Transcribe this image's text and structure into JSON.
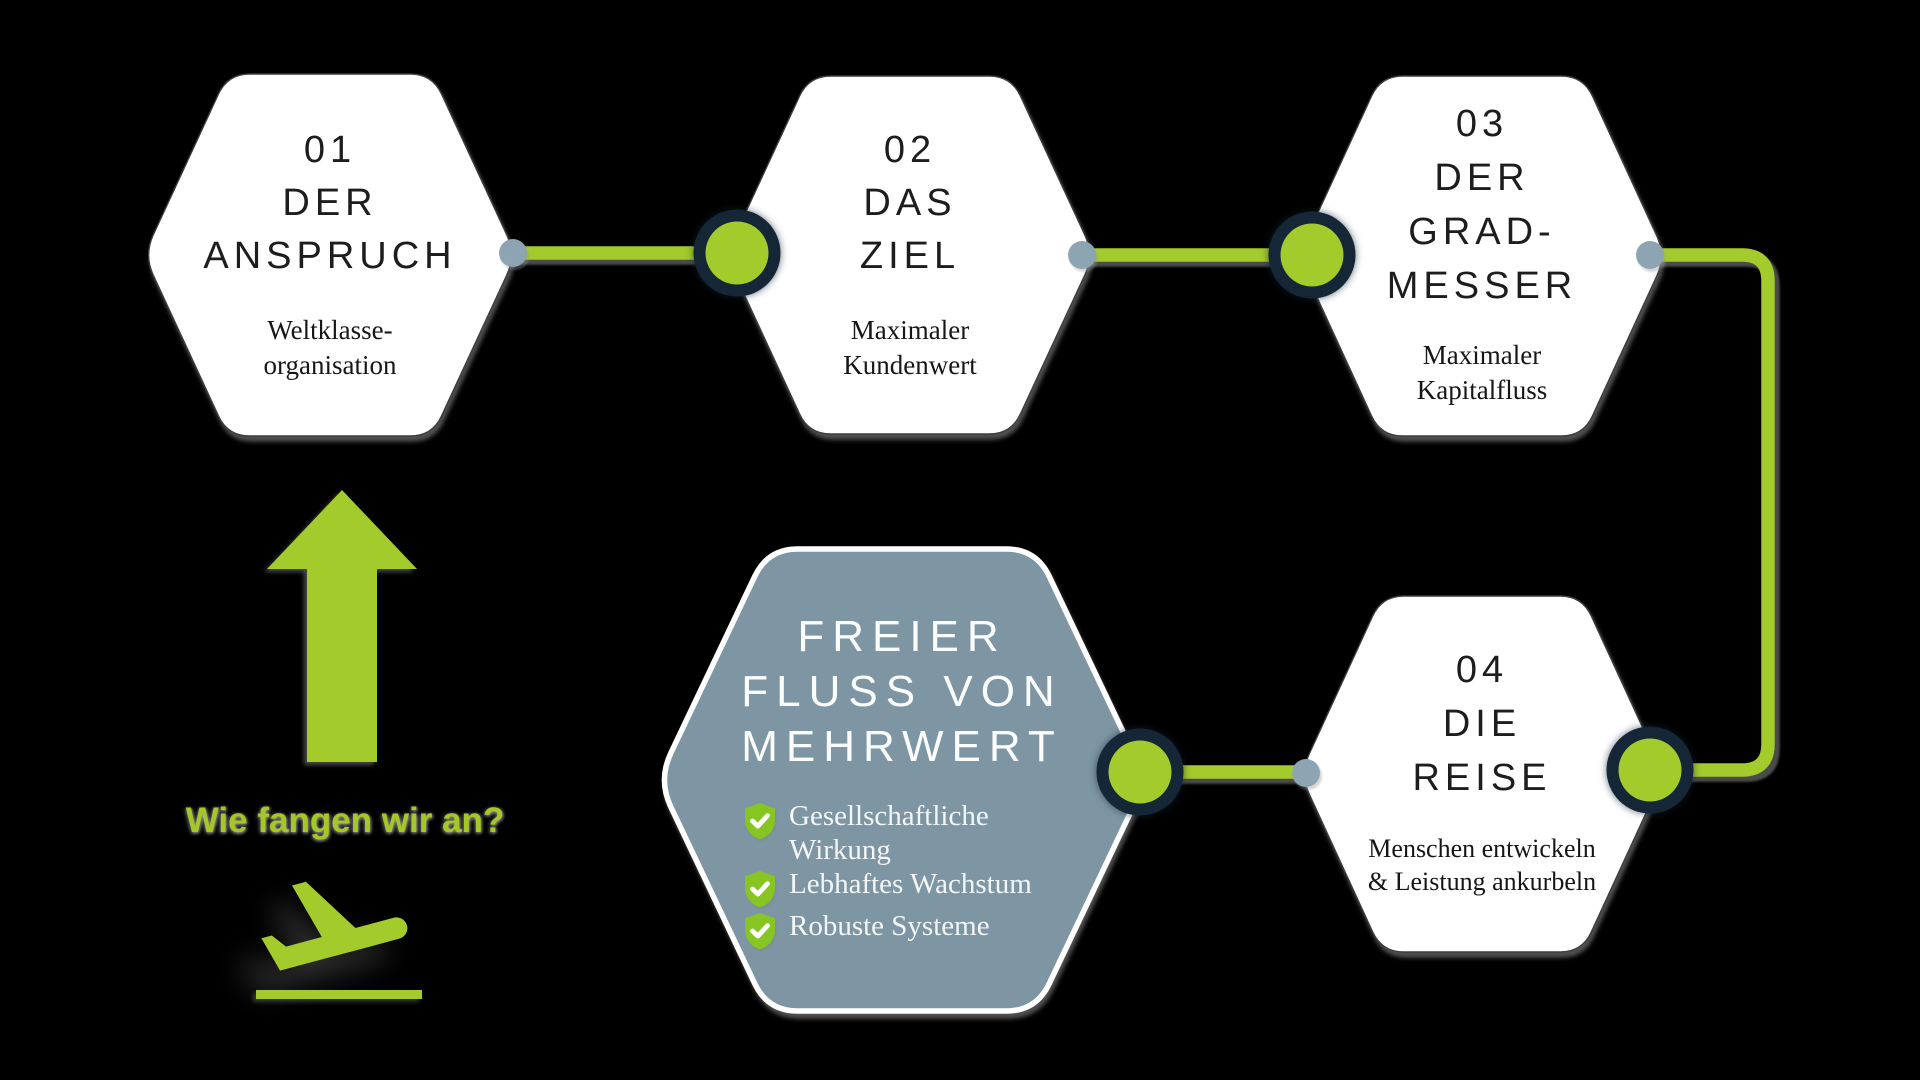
{
  "colors": {
    "background": "#000000",
    "accent_green": "#a3cb2c",
    "shield_green": "#86c522",
    "ring_navy": "#152636",
    "dot_slate": "#8da4b2",
    "value_hex_gray": "#7e96a4",
    "hex_white": "#ffffff",
    "title_text": "#1d1d1d",
    "light_text": "#f3f6f7"
  },
  "steps": [
    {
      "number": "01",
      "title_lines": [
        "DER",
        "ANSPRUCH"
      ],
      "subtitle_lines": [
        "Weltklasse-",
        "organisation"
      ]
    },
    {
      "number": "02",
      "title_lines": [
        "DAS",
        "ZIEL"
      ],
      "subtitle_lines": [
        "Maximaler",
        "Kundenwert"
      ]
    },
    {
      "number": "03",
      "title_lines": [
        "DER",
        "GRAD-",
        "MESSER"
      ],
      "subtitle_lines": [
        "Maximaler",
        "Kapitalfluss"
      ]
    },
    {
      "number": "04",
      "title_lines": [
        "DIE",
        "REISE"
      ],
      "subtitle_lines": [
        "Menschen entwickeln",
        "& Leistung ankurbeln"
      ]
    }
  ],
  "value_hex": {
    "title_lines": [
      "FREIER",
      "FLUSS VON",
      "MEHRWERT"
    ],
    "checklist": [
      "Gesellschaftliche Wirkung",
      "Lebhaftes Wachstum",
      "Robuste Systeme"
    ]
  },
  "question_label": "Wie fangen wir an?",
  "icons": {
    "checklist_icon": "shield-check-icon",
    "bottom_left_icon": "airplane-takeoff-icon",
    "arrow_icon": "up-arrow-icon"
  }
}
